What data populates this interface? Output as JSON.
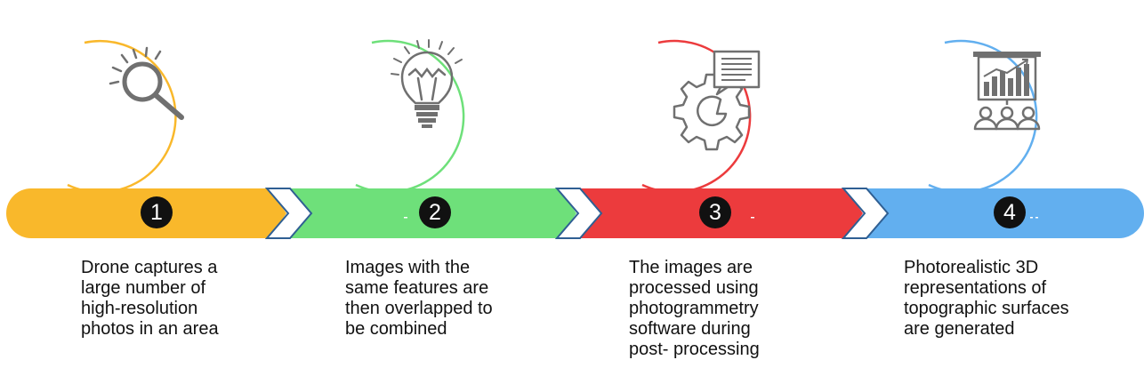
{
  "colors": {
    "step1": "#f9b82b",
    "step2": "#6ee07a",
    "step3": "#ec3b3d",
    "step4": "#62afef",
    "icon": "#707070",
    "number_badge": "#111111"
  },
  "steps": [
    {
      "number": "1",
      "icon": "magnifier-icon",
      "text": "Drone captures a\nlarge number of\nhigh-resolution\nphotos in an area"
    },
    {
      "number": "2",
      "icon": "lightbulb-icon",
      "text": "Images with the\nsame features  are\nthen overlapped to\nbe combined"
    },
    {
      "number": "3",
      "icon": "gear-document-icon",
      "text": "The images are\nprocessed  using\nphotogrammetry\nsoftware during\npost- processing"
    },
    {
      "number": "4",
      "icon": "presentation-chart-icon",
      "text": "Photorealistic 3D\nrepresentations of\ntopographic surfaces\nare generated"
    }
  ]
}
